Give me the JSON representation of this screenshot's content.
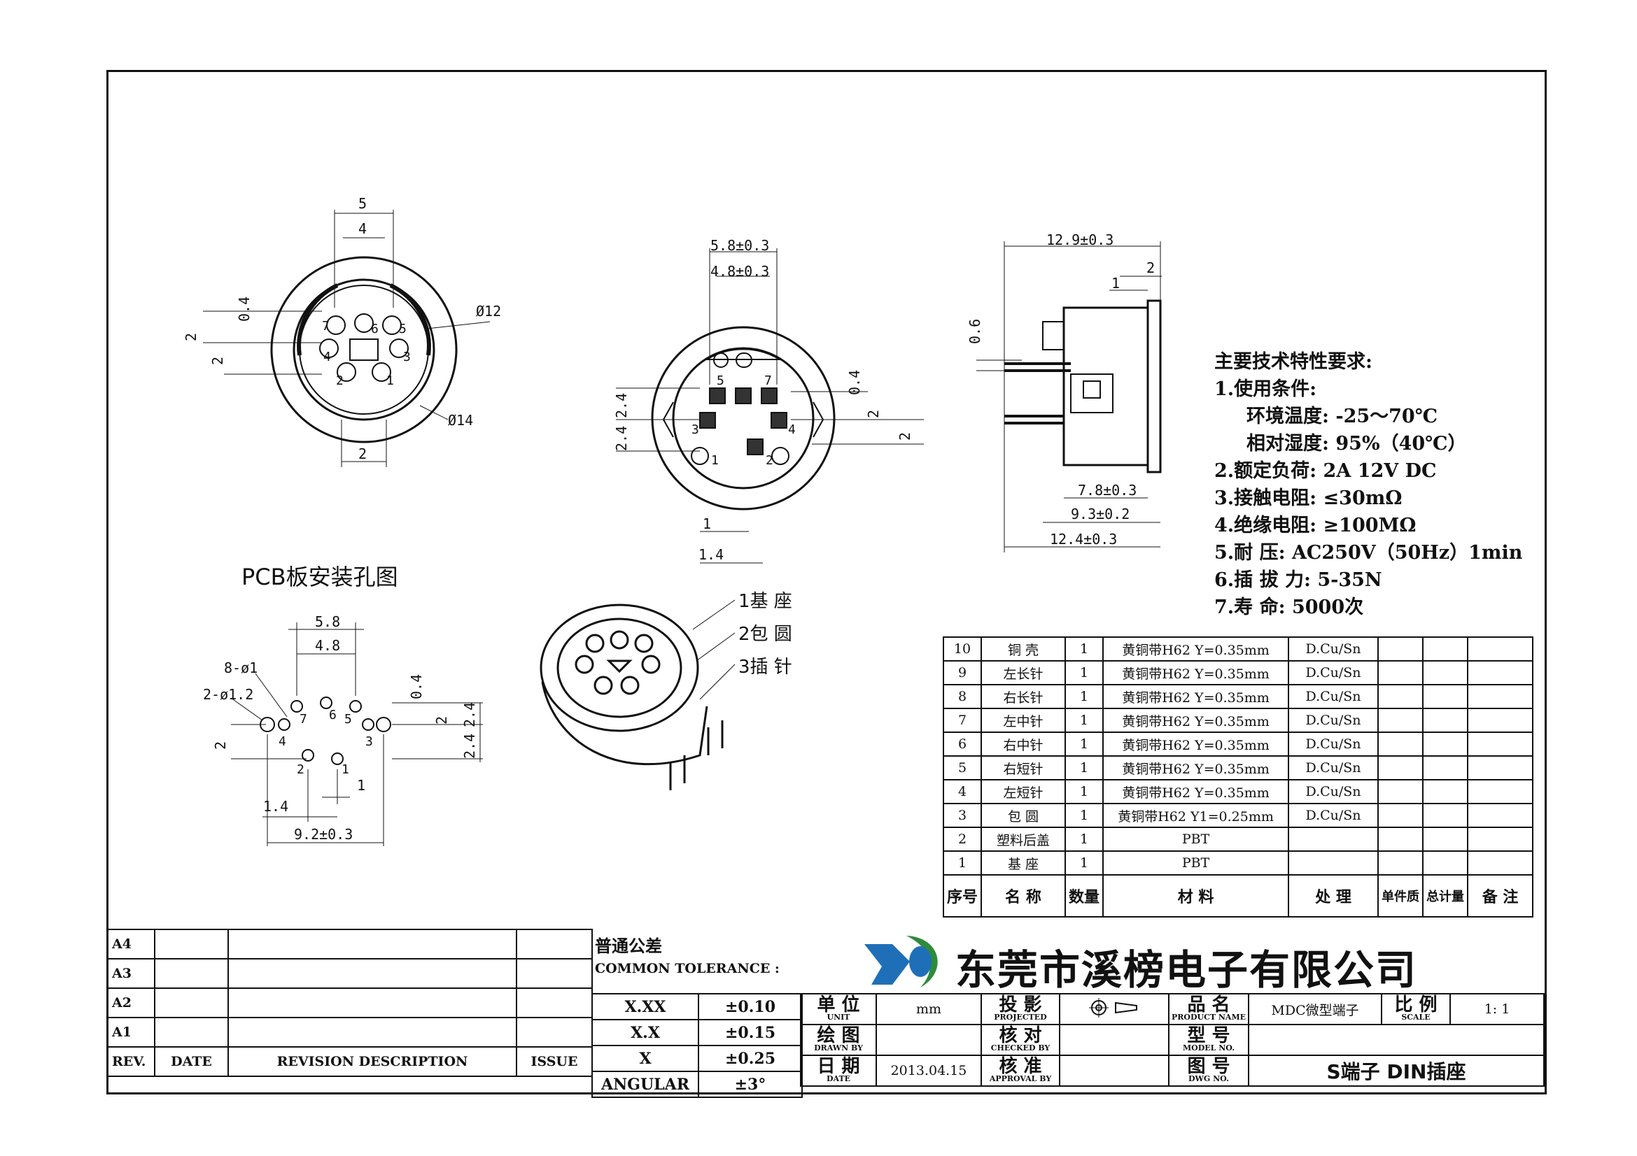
{
  "views": {
    "front_view": {
      "dims": [
        "5",
        "4",
        "0.4",
        "2",
        "2",
        "2",
        "Ø12",
        "Ø14"
      ],
      "pins": [
        "7",
        "6",
        "5",
        "4",
        "3",
        "2",
        "1"
      ]
    },
    "middle_view": {
      "dims": [
        "5.8±0.3",
        "4.8±0.3",
        "0.4",
        "2",
        "2",
        "2.4",
        "2.4",
        "1",
        "1.4"
      ],
      "pins": [
        "5",
        "7",
        "4",
        "3",
        "1",
        "2"
      ]
    },
    "side_view": {
      "dims": [
        "12.9±0.3",
        "2",
        "1",
        "0.6",
        "7.8±0.3",
        "9.3±0.2",
        "12.4±0.3"
      ]
    },
    "pcb_view": {
      "title": "PCB板安装孔图",
      "dims": [
        "5.8",
        "4.8",
        "8-ø1",
        "2-ø1.2",
        "0.4",
        "2",
        "2.4",
        "2.4",
        "2",
        "1",
        "1.4",
        "9.2±0.3"
      ],
      "pins": [
        "7",
        "6",
        "5",
        "4",
        "3",
        "2",
        "1"
      ]
    },
    "iso_view": {
      "callouts": [
        "1基  座",
        "2包  圆",
        "3插  针"
      ]
    }
  },
  "specs": {
    "title": "主要技术特性要求:",
    "lines": [
      "1.使用条件:",
      "环境温度: -25～70℃",
      "相对湿度: 95%（40℃）",
      "2.额定负荷: 2A 12V DC",
      "3.接触电阻: ≤30mΩ",
      "4.绝缘电阻: ≥100MΩ",
      "5.耐    压: AC250V（50Hz）1min",
      "6.插 拔 力: 5-35N",
      "7.寿    命: 5000次"
    ]
  },
  "bom": {
    "rows": [
      {
        "no": "10",
        "name": "铜 壳",
        "qty": "1",
        "material": "黄铜带H62 Y=0.35mm",
        "treatment": "D.Cu/Sn"
      },
      {
        "no": "9",
        "name": "左长针",
        "qty": "1",
        "material": "黄铜带H62 Y=0.35mm",
        "treatment": "D.Cu/Sn"
      },
      {
        "no": "8",
        "name": "右长针",
        "qty": "1",
        "material": "黄铜带H62 Y=0.35mm",
        "treatment": "D.Cu/Sn"
      },
      {
        "no": "7",
        "name": "左中针",
        "qty": "1",
        "material": "黄铜带H62 Y=0.35mm",
        "treatment": "D.Cu/Sn"
      },
      {
        "no": "6",
        "name": "右中针",
        "qty": "1",
        "material": "黄铜带H62 Y=0.35mm",
        "treatment": "D.Cu/Sn"
      },
      {
        "no": "5",
        "name": "右短针",
        "qty": "1",
        "material": "黄铜带H62 Y=0.35mm",
        "treatment": "D.Cu/Sn"
      },
      {
        "no": "4",
        "name": "左短针",
        "qty": "1",
        "material": "黄铜带H62 Y=0.35mm",
        "treatment": "D.Cu/Sn"
      },
      {
        "no": "3",
        "name": "包 圆",
        "qty": "1",
        "material": "黄铜带H62 Y1=0.25mm",
        "treatment": "D.Cu/Sn"
      },
      {
        "no": "2",
        "name": "塑料后盖",
        "qty": "1",
        "material": "PBT",
        "treatment": ""
      },
      {
        "no": "1",
        "name": "基 座",
        "qty": "1",
        "material": "PBT",
        "treatment": ""
      }
    ],
    "header": {
      "no": "序号",
      "name": "名  称",
      "qty": "数量",
      "material": "材  料",
      "treatment": "处  理",
      "unit_weight": "单件质",
      "total_weight": "总计量",
      "remark": "备  注"
    }
  },
  "title_block": {
    "revisions": [
      "A4",
      "A3",
      "A2",
      "A1"
    ],
    "rev_header": {
      "rev": "REV.",
      "date": "DATE",
      "desc": "REVISION  DESCRIPTION",
      "issue": "ISSUE"
    },
    "tolerance": {
      "title_cn": "普通公差",
      "title_en": "COMMON TOLERANCE :",
      "rows": [
        {
          "k": "X.XX",
          "v": "±0.10"
        },
        {
          "k": "X.X",
          "v": "±0.15"
        },
        {
          "k": "X",
          "v": "±0.25"
        },
        {
          "k": "ANGULAR",
          "v": "±3°"
        }
      ]
    },
    "company": "东莞市溪榜电子有限公司",
    "unit_label": "单 位",
    "unit_label_en": "UNIT",
    "unit_value": "mm",
    "projection_label": "投 影",
    "projection_label_en": "PROJECTED",
    "product_label": "品 名",
    "product_label_en": "PRODUCT NAME",
    "product_value": "MDC微型端子",
    "scale_label": "比 例",
    "scale_label_en": "SCALE",
    "scale_value": "1: 1",
    "drawn_label": "绘 图",
    "drawn_label_en": "DRAWN BY",
    "checked_label": "核 对",
    "checked_label_en": "CHECKED BY",
    "model_label": "型 号",
    "model_label_en": "MODEL NO.",
    "date_label": "日 期",
    "date_label_en": "DATE",
    "date_value": "2013.04.15",
    "approval_label": "核 准",
    "approval_label_en": "APPROVAL BY",
    "dwg_label": "图 号",
    "dwg_label_en": "DWG NO.",
    "dwg_value": "S端子 DIN插座"
  },
  "colors": {
    "line": "#111111",
    "logo_blue": "#1f6fb8",
    "logo_green": "#2e8b3a"
  }
}
